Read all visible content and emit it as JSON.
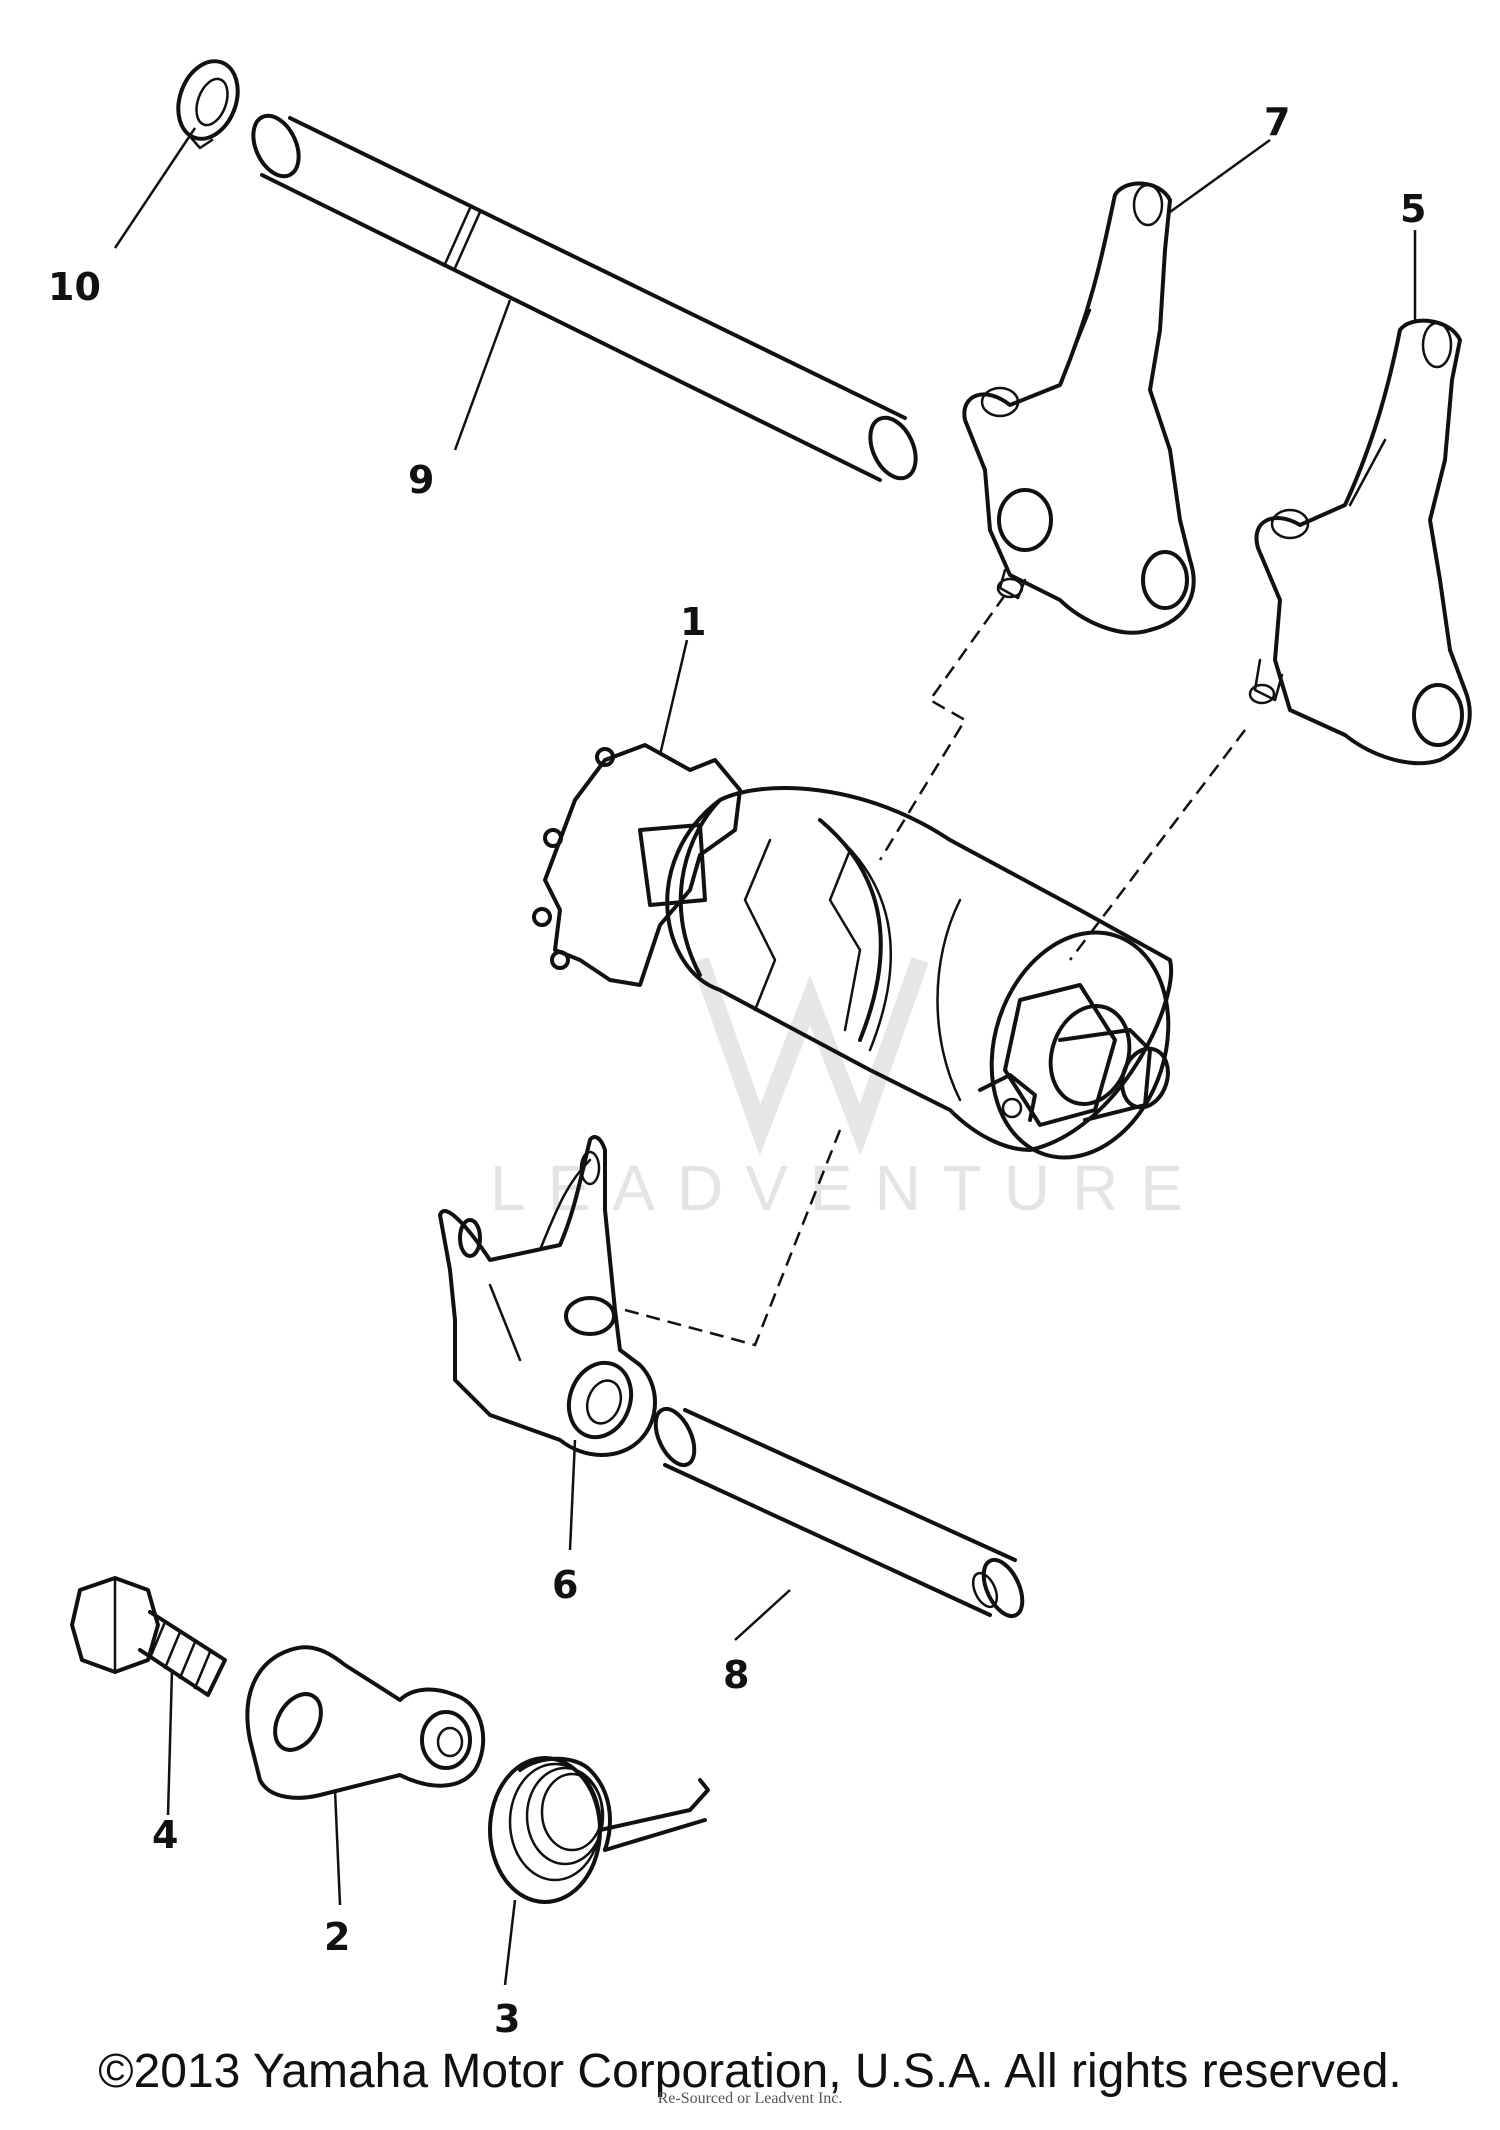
{
  "watermark": "LEADVENTURE",
  "callouts": [
    {
      "id": "1",
      "label": "1"
    },
    {
      "id": "2",
      "label": "2"
    },
    {
      "id": "3",
      "label": "3"
    },
    {
      "id": "4",
      "label": "4"
    },
    {
      "id": "5",
      "label": "5"
    },
    {
      "id": "6",
      "label": "6"
    },
    {
      "id": "7",
      "label": "7"
    },
    {
      "id": "8",
      "label": "8"
    },
    {
      "id": "9",
      "label": "9"
    },
    {
      "id": "10",
      "label": "10"
    }
  ],
  "copyright": "©2013 Yamaha Motor Corporation, U.S.A. All rights reserved.",
  "overlay_text": "Re-Sourced or Leadvent Inc."
}
